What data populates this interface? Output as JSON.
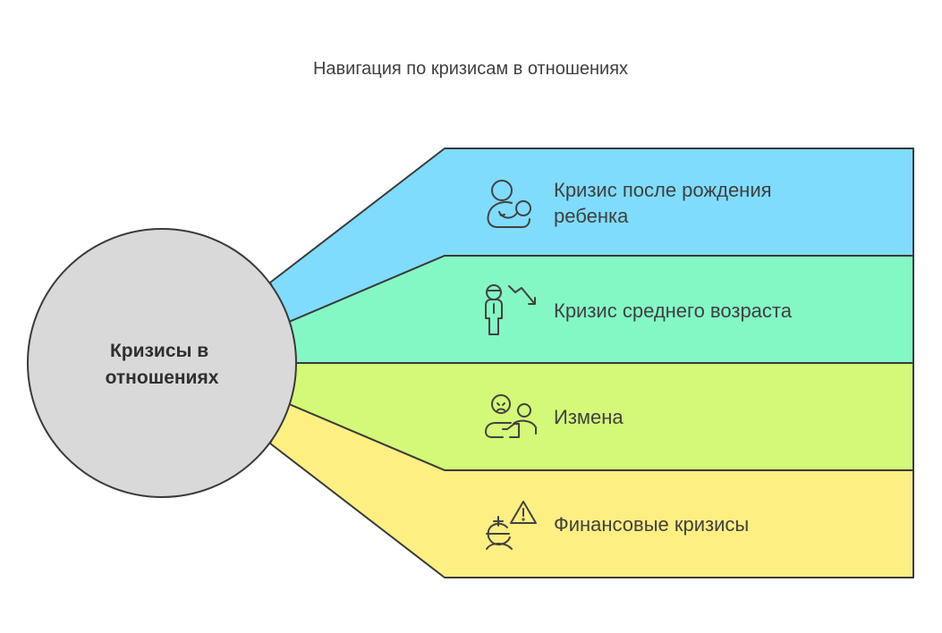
{
  "title": "Навигация по кризисам в отношениях",
  "center": {
    "lines": [
      "Кризисы в",
      "отношениях"
    ],
    "fill": "#d9d9d9"
  },
  "branches": [
    {
      "lines": [
        "Кризис после рождения",
        "ребенка"
      ],
      "fill": "#7fdcfd",
      "icon": "parent-with-baby-icon"
    },
    {
      "lines": [
        "Кризис среднего возраста"
      ],
      "fill": "#84f8c4",
      "icon": "person-decline-icon"
    },
    {
      "lines": [
        "Измена"
      ],
      "fill": "#d4f877",
      "icon": "infidelity-people-icon"
    },
    {
      "lines": [
        "Финансовые кризисы"
      ],
      "fill": "#fdef82",
      "icon": "person-warning-icon"
    }
  ]
}
